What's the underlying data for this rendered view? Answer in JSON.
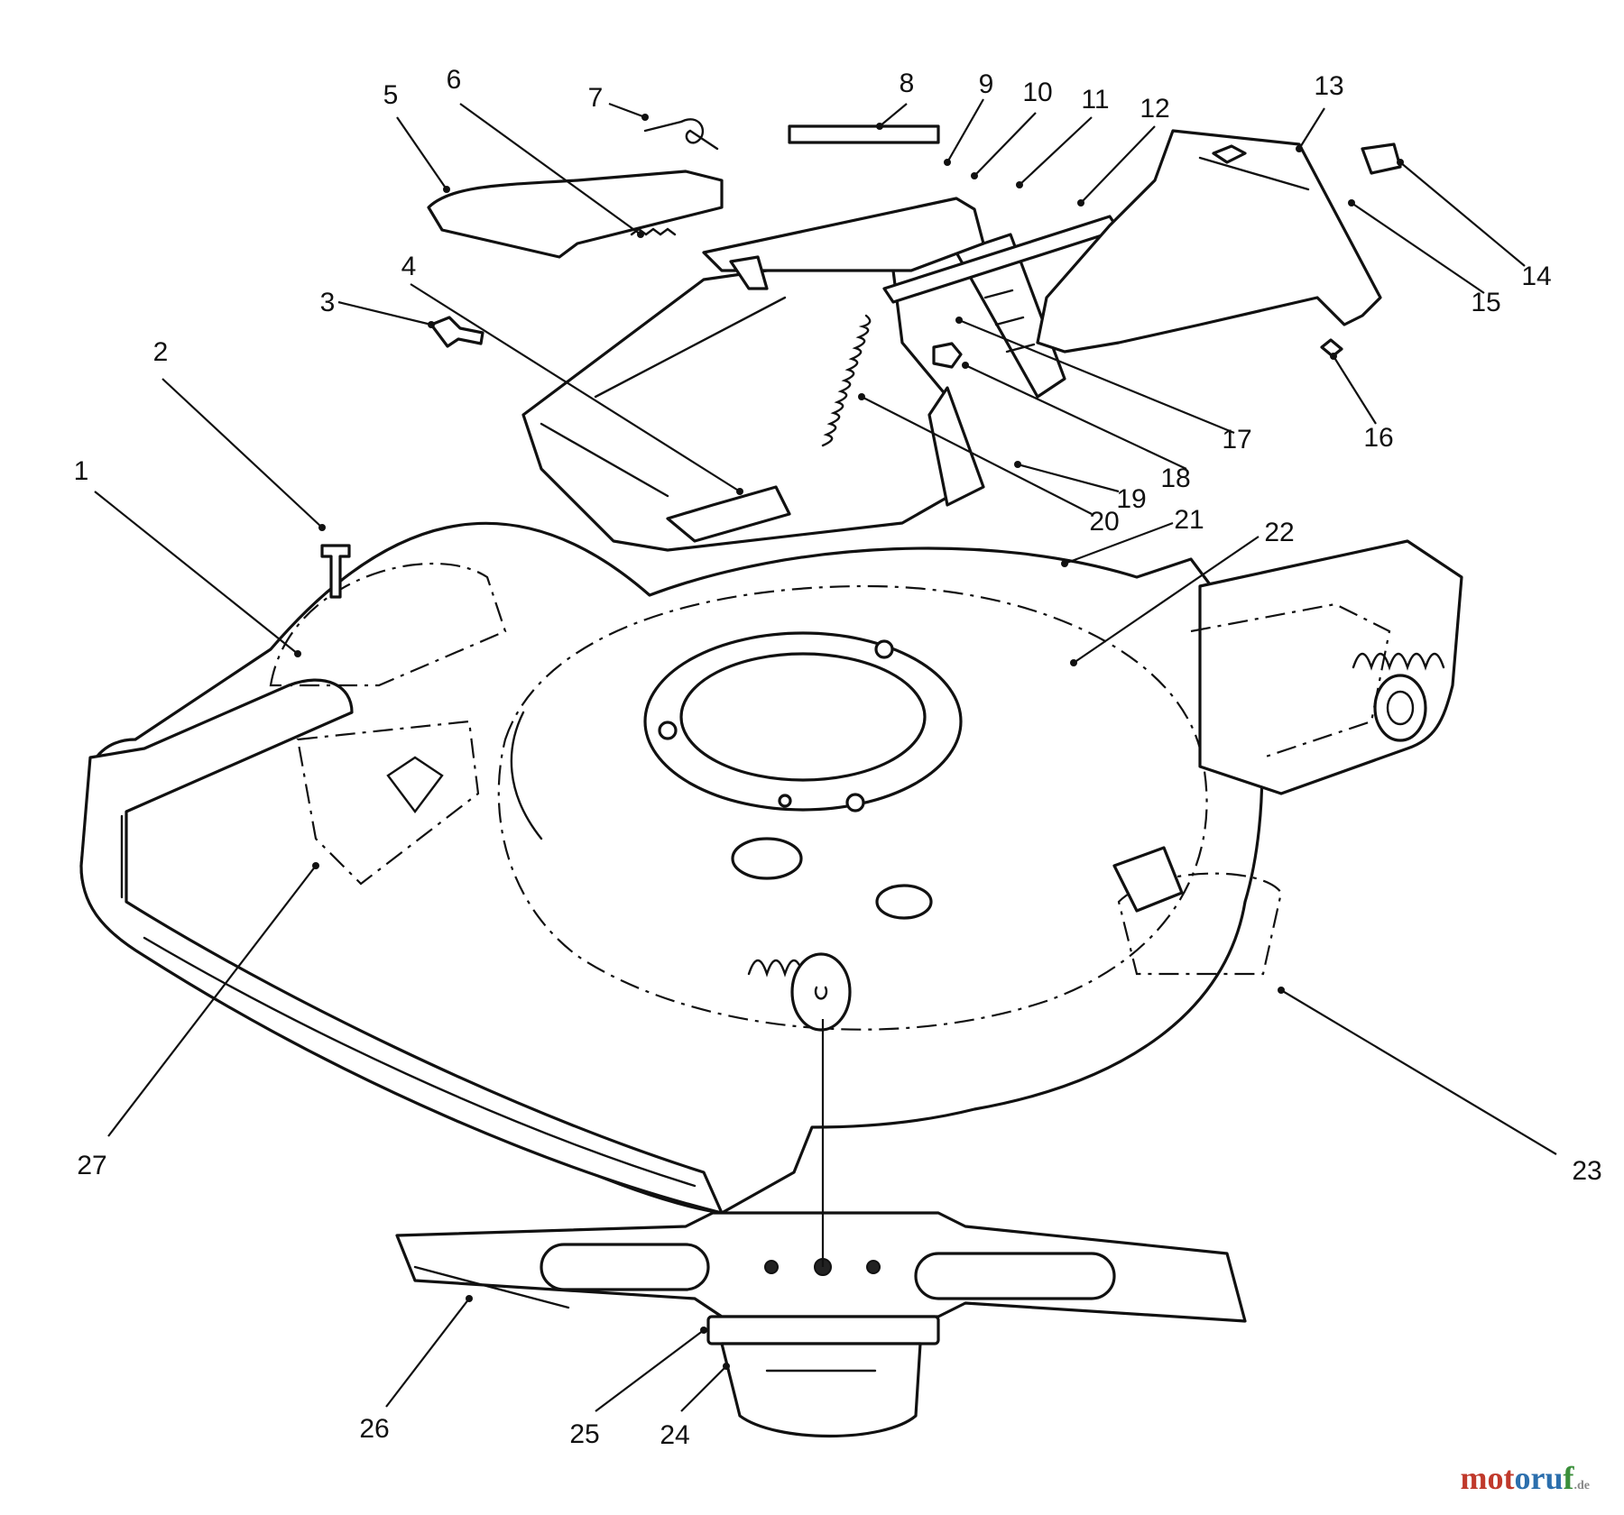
{
  "diagram": {
    "type": "exploded parts diagram",
    "callouts": [
      "1",
      "2",
      "3",
      "4",
      "5",
      "6",
      "7",
      "8",
      "9",
      "10",
      "11",
      "12",
      "13",
      "14",
      "15",
      "16",
      "17",
      "18",
      "19",
      "20",
      "21",
      "22",
      "23",
      "24",
      "25",
      "26",
      "27"
    ]
  },
  "watermark": {
    "part_a": "mot",
    "part_b": "oru",
    "part_c": "f",
    "suffix": ".de"
  },
  "colors": {
    "line": "#111111",
    "background": "#ffffff",
    "watermark_red": "#c0392b",
    "watermark_blue": "#2c6fad",
    "watermark_green": "#3a8f3a"
  }
}
